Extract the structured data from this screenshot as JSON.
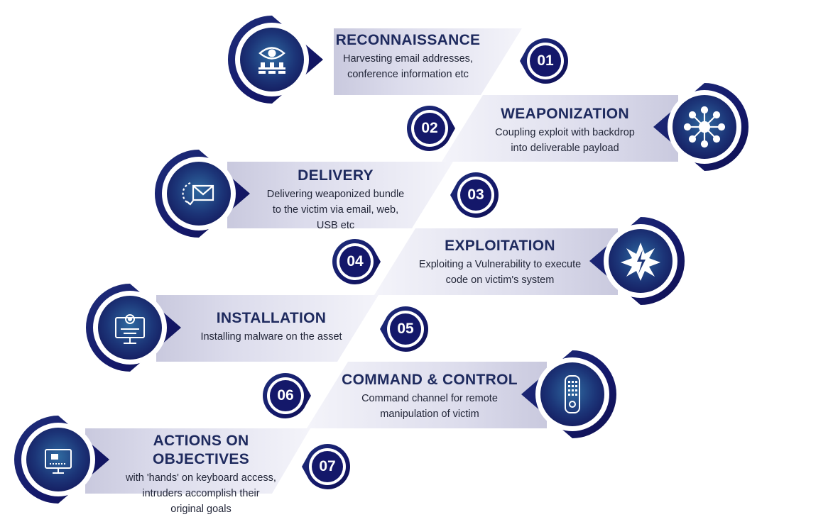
{
  "diagram": {
    "accent_dark": "#13175a",
    "accent_mid": "#1f3a7a",
    "accent_light": "#2f6aa0",
    "band_color": "#dcdcec",
    "steps": [
      {
        "number": "01",
        "title": "RECONNAISSANCE",
        "lines": [
          "Harvesting email addresses,",
          "conference information etc"
        ],
        "icon": "eye-surveillance-icon"
      },
      {
        "number": "02",
        "title": "WEAPONIZATION",
        "lines": [
          "Coupling exploit with backdrop",
          "into deliverable payload"
        ],
        "icon": "network-hub-icon"
      },
      {
        "number": "03",
        "title": "DELIVERY",
        "lines": [
          "Delivering weaponized bundle",
          "to the victim via email, web,",
          "USB etc"
        ],
        "icon": "email-delivery-icon"
      },
      {
        "number": "04",
        "title": "EXPLOITATION",
        "lines": [
          "Exploiting a Vulnerability to execute",
          "code on victim's system"
        ],
        "icon": "explosion-icon"
      },
      {
        "number": "05",
        "title": "INSTALLATION",
        "lines": [
          "Installing malware on the asset"
        ],
        "icon": "monitor-settings-icon"
      },
      {
        "number": "06",
        "title": "COMMAND & CONTROL",
        "lines": [
          "Command channel for remote",
          "manipulation of victim"
        ],
        "icon": "remote-control-icon"
      },
      {
        "number": "07",
        "title": "ACTIONS ON OBJECTIVES",
        "lines": [
          "with 'hands' on keyboard access,",
          "intruders accomplish their",
          "original goals"
        ],
        "icon": "computer-access-icon"
      }
    ]
  }
}
